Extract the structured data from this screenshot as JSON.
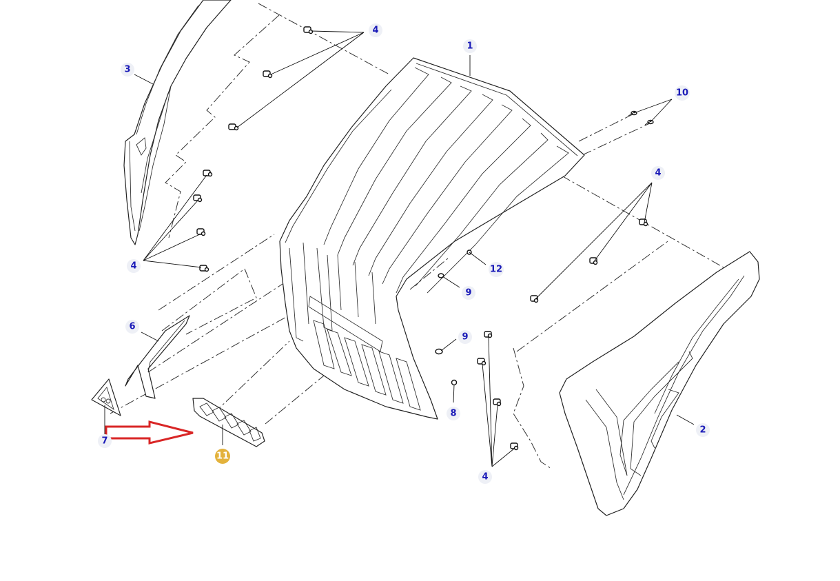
{
  "diagram": {
    "callouts": [
      {
        "id": "c1",
        "label": "1"
      },
      {
        "id": "c2",
        "label": "2"
      },
      {
        "id": "c3",
        "label": "3"
      },
      {
        "id": "c4a",
        "label": "4"
      },
      {
        "id": "c4b",
        "label": "4"
      },
      {
        "id": "c4c",
        "label": "4"
      },
      {
        "id": "c4d",
        "label": "4"
      },
      {
        "id": "c6",
        "label": "6"
      },
      {
        "id": "c7",
        "label": "7"
      },
      {
        "id": "c8",
        "label": "8"
      },
      {
        "id": "c9a",
        "label": "9"
      },
      {
        "id": "c9b",
        "label": "9"
      },
      {
        "id": "c10",
        "label": "10"
      },
      {
        "id": "c11",
        "label": "11"
      },
      {
        "id": "c12",
        "label": "12"
      }
    ],
    "highlight_callout": "11",
    "colors": {
      "callout_text": "#1b1bb8",
      "callout_bg": "#eef0f6",
      "highlight": "#e3b23c",
      "arrow": "#d92626",
      "line": "#222222"
    }
  }
}
